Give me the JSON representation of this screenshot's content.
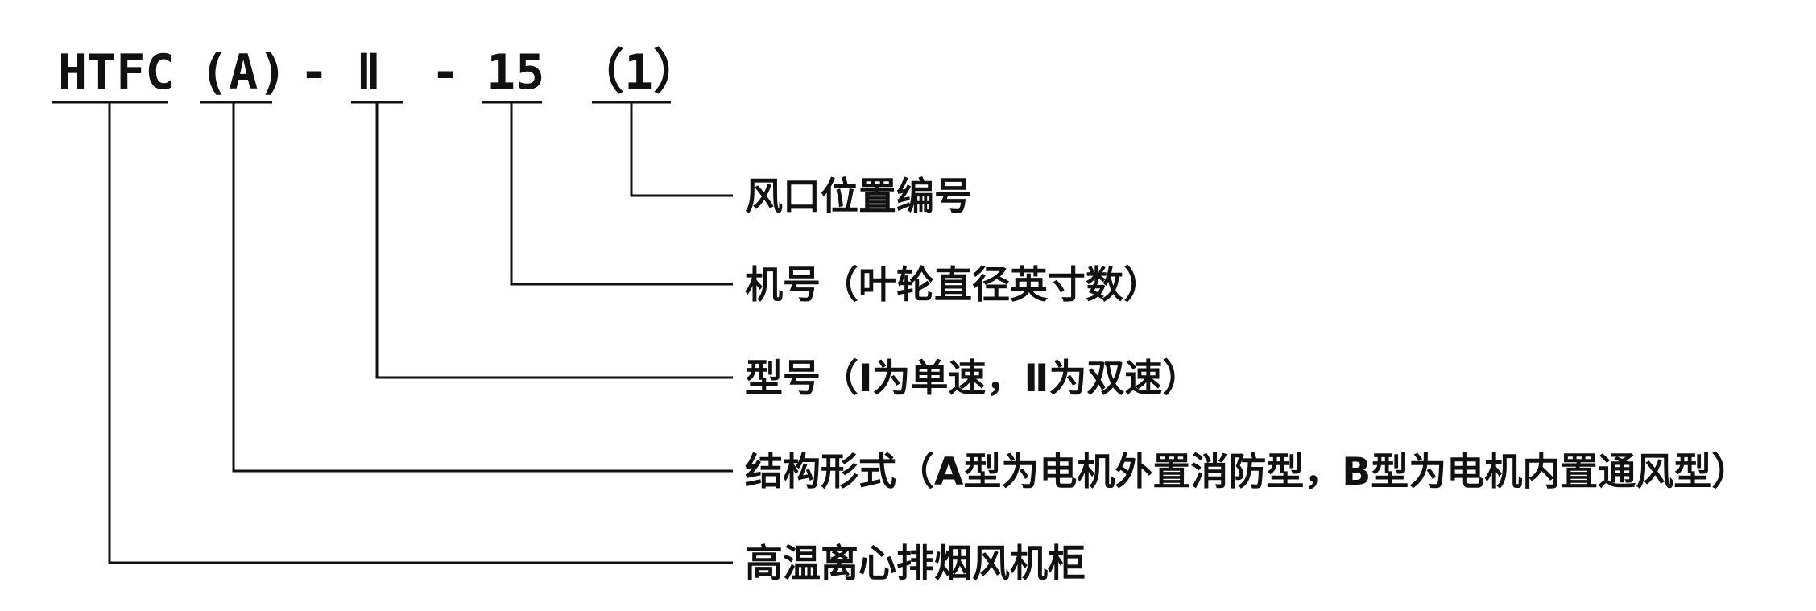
{
  "code_parts": [
    {
      "id": "series",
      "text": "HTFC"
    },
    {
      "id": "structure",
      "text": "(A)"
    },
    {
      "id": "dash1",
      "text": "-"
    },
    {
      "id": "model",
      "text": "Ⅱ"
    },
    {
      "id": "dash2",
      "text": "-"
    },
    {
      "id": "number",
      "text": "15"
    },
    {
      "id": "outlet",
      "text": "（1）"
    }
  ],
  "descriptions": [
    {
      "id": "outlet",
      "text": "风口位置编号"
    },
    {
      "id": "number",
      "text": "机号（叶轮直径英寸数）"
    },
    {
      "id": "model",
      "text": "型号（Ⅰ为单速，Ⅱ为双速）"
    },
    {
      "id": "structure",
      "text": "结构形式（A型为电机外置消防型，B型为电机内置通风型）"
    },
    {
      "id": "series",
      "text": "高温离心排烟风机柜"
    }
  ]
}
